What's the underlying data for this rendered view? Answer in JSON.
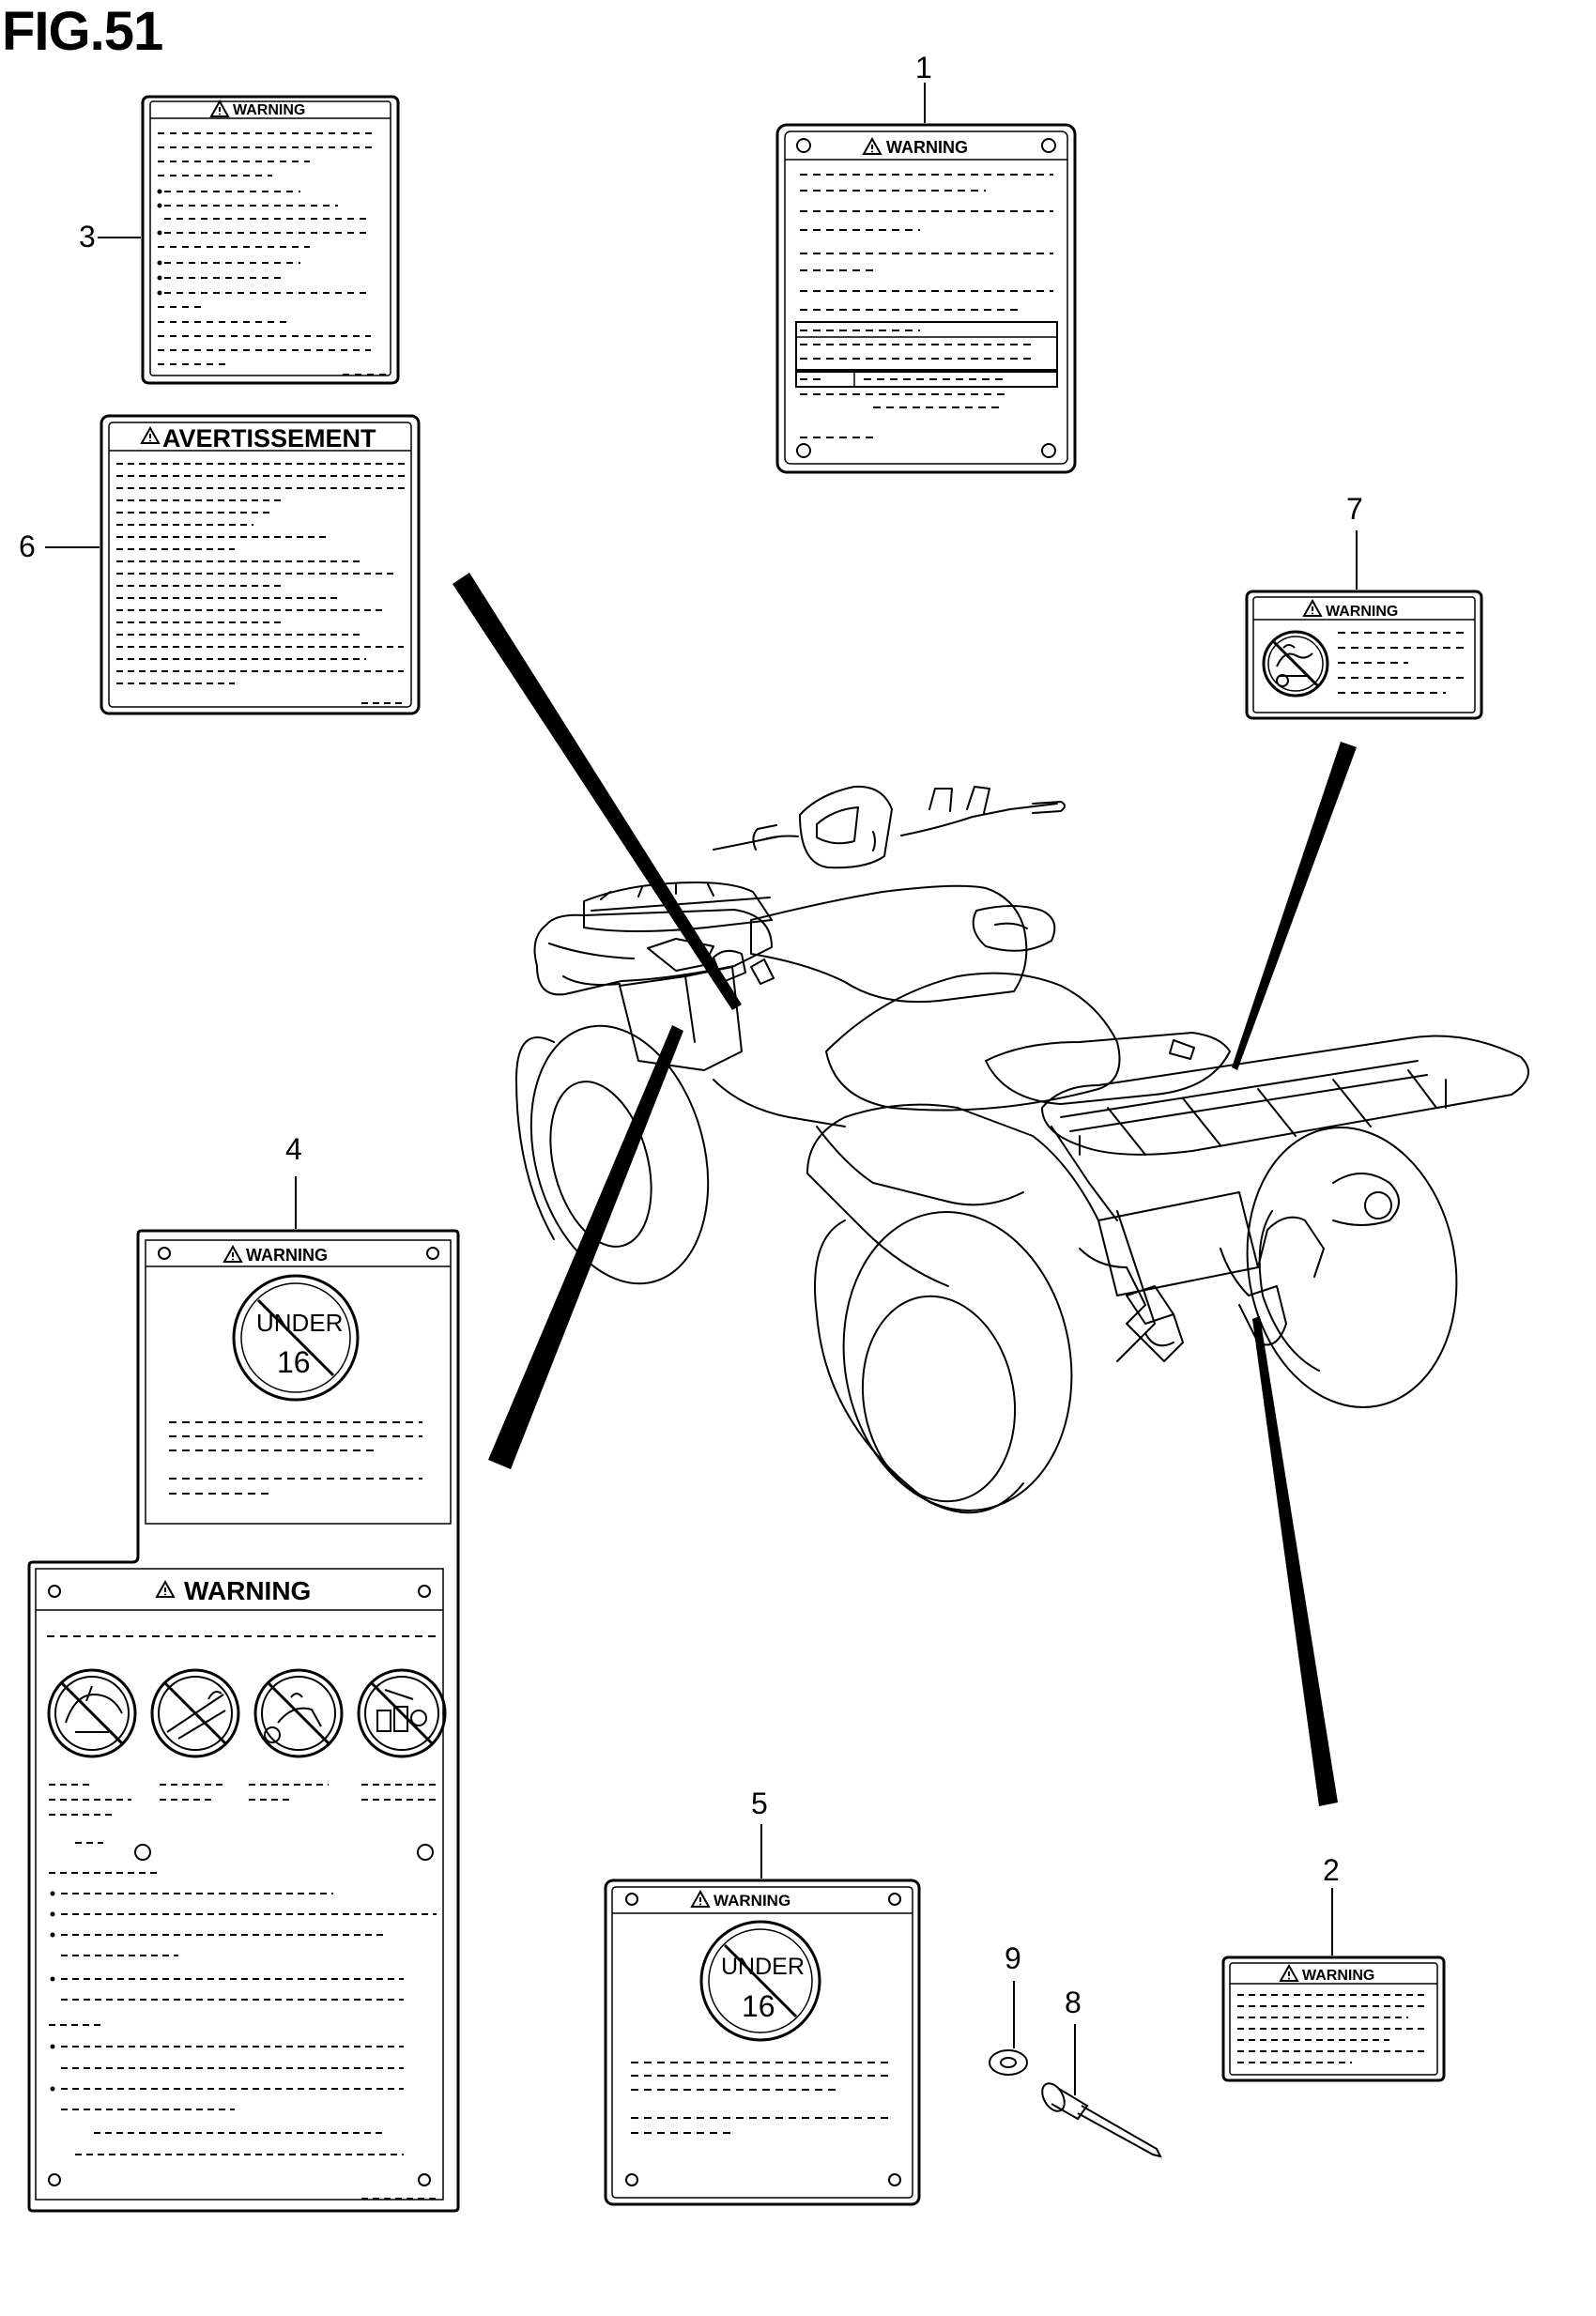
{
  "figure": {
    "title": "FIG.51"
  },
  "callouts": {
    "c1": "1",
    "c2": "2",
    "c3": "3",
    "c4": "4",
    "c5": "5",
    "c6": "6",
    "c7": "7",
    "c8": "8",
    "c9": "9"
  },
  "labels": {
    "warning": "WARNING",
    "avertissement": "AVERTISSEMENT",
    "under": "UNDER",
    "age": "16"
  }
}
